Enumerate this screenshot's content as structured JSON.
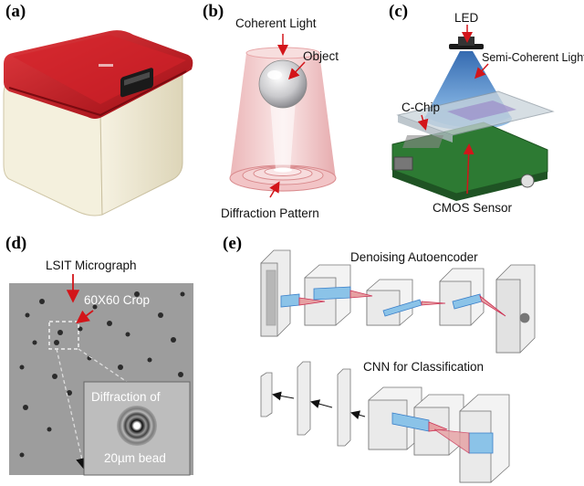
{
  "panels": {
    "a": "(a)",
    "b": "(b)",
    "c": "(c)",
    "d": "(d)",
    "e": "(e)"
  },
  "b": {
    "coherent_light": "Coherent Light",
    "object": "Object",
    "diffraction_pattern": "Diffraction Pattern"
  },
  "c": {
    "led": "LED",
    "semi_coherent_light": "Semi-Coherent Light",
    "c_chip": "C-Chip",
    "cmos_sensor": "CMOS Sensor"
  },
  "d": {
    "micrograph": "LSIT Micrograph",
    "crop": "60X60 Crop",
    "inset_line1": "Diffraction of",
    "inset_line2": "20µm bead"
  },
  "e": {
    "autoencoder": "Denoising Autoencoder",
    "cnn": "CNN for Classification"
  },
  "colors": {
    "device_red": "#c8141c",
    "device_cream": "#efe9d2",
    "cone_pink": "#e7a6a8",
    "light_blue": "#3a7fc9",
    "pcb_green": "#2d7a33",
    "arrow_red": "#d3151a"
  }
}
